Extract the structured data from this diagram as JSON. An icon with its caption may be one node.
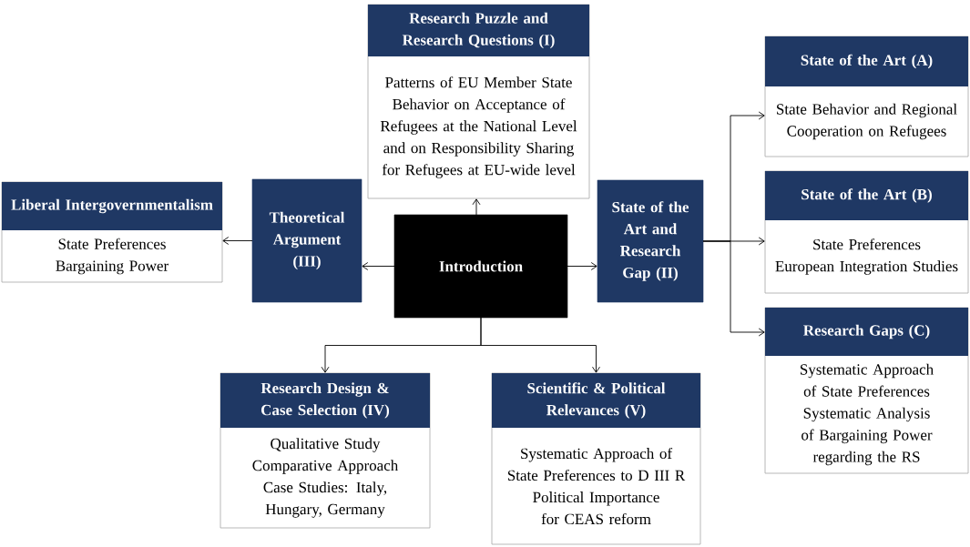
{
  "diagram": {
    "nodes": [
      {
        "text": [
          "Research Puzzle and Research Questions (I)",
          "Patterns of EU Member State Behavior on Acceptance of Refugees at the National Level and on Responsibility Sharing for Refugees at EU-wide level"
        ]
      },
      {
        "text": [
          "Liberal Intergovernmentalism",
          "State Preferences",
          "Bargaining Power"
        ]
      },
      {
        "text": [
          "Theoretical Argument (III)"
        ]
      },
      {
        "text": [
          "Introduction"
        ]
      },
      {
        "text": [
          "State of the Art and Research Gap (II)"
        ]
      },
      {
        "text": [
          "State of the Art (A)",
          "State Behavior and Regional Cooperation on Refugees"
        ]
      },
      {
        "text": [
          "State of the Art (B)",
          "State Preferences",
          "European Integration Studies"
        ]
      },
      {
        "text": [
          "Research Gaps (C)",
          "Systematic Approach of State Preferences",
          "Systematic Analysis of Bargaining Power regarding the RS"
        ]
      },
      {
        "text": [
          "Research Design & Case Selection (IV)",
          "Qualitative Study",
          "Comparative Approach",
          "Case Studies: Italy, Hungary, Germany"
        ]
      },
      {
        "text": [
          "Scientific & Political Relevances (V)",
          "Systematic Approach of State Preferences to D III R",
          "Political Importance for CEAS reform"
        ]
      }
    ],
    "edges": [
      {
        "from": 3,
        "to": 0,
        "arrow": "to"
      },
      {
        "from": 3,
        "to": 2,
        "arrow": "to"
      },
      {
        "from": 2,
        "to": 1,
        "arrow": "to"
      },
      {
        "from": 3,
        "to": 4,
        "arrow": "to"
      },
      {
        "from": 4,
        "to": 5,
        "arrow": "to"
      },
      {
        "from": 4,
        "to": 6,
        "arrow": "to"
      },
      {
        "from": 4,
        "to": 7,
        "arrow": "to"
      },
      {
        "from": 3,
        "to": 8,
        "arrow": "to"
      },
      {
        "from": 3,
        "to": 9,
        "arrow": "to"
      }
    ]
  }
}
